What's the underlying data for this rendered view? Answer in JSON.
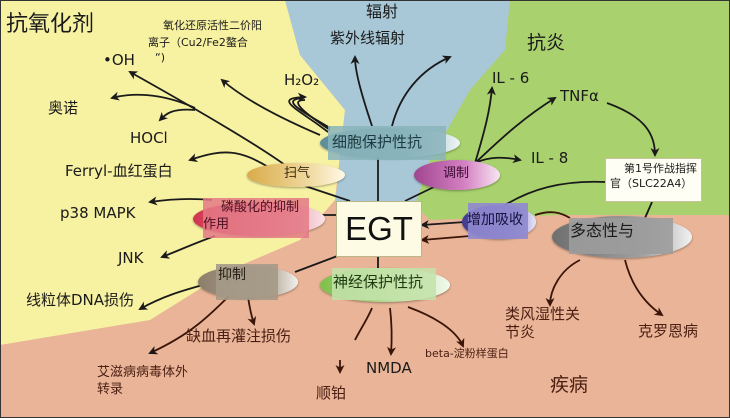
{
  "colors": {
    "antioxidant_region": "#f7f1a2",
    "radiation_region": "#a8c8d8",
    "antiinflammatory_region": "#a9d16e",
    "disease_region": "#e9b497",
    "arrow": "#1a1a1a",
    "arrow_disease": "#3a1508"
  },
  "center": {
    "label": "EGT"
  },
  "regions": {
    "antioxidant": "抗氧化剂",
    "radiation": "辐射",
    "anti_inflammatory": "抗炎",
    "disease": "疾病"
  },
  "mechanisms": {
    "cytoprotective": "细胞保护性抗",
    "scavenging": "扫气",
    "phosphorylation_inhibition": [
      "磷酸化的抑制",
      "作用"
    ],
    "inhibition": "抑制",
    "neuroprotective": "神经保护性抗",
    "modulation": "调制",
    "increased_absorption": "增加吸收",
    "polymorphism": "多态性与"
  },
  "transporter_box": {
    "line1": "第1号作战指挥",
    "line2": "官（SLC22A4）"
  },
  "antioxidant_targets": {
    "redox_ions": [
      "氧化还原活性二价阳",
      "离子（Cu2/Fe2螯合",
      "“)"
    ],
    "hydroxyl": "•OH",
    "singlet_oxygen": "奥诺",
    "hocl": "HOCl",
    "h2o2": "H₂O₂",
    "ferryl": "Ferryl-血红蛋白",
    "p38": "p38 MAPK",
    "jnk": "JNK",
    "mtdna": "线粒体DNA损伤"
  },
  "radiation_targets": {
    "uv": "紫外线辐射"
  },
  "inflammation_targets": {
    "il6": "IL - 6",
    "tnf": "TNFα",
    "il8": "IL - 8"
  },
  "disease_targets": {
    "ischemia": "缺血再灌注损伤",
    "hiv": [
      "艾滋病病毒体外",
      "转录"
    ],
    "cisplatin": "顺铂",
    "nmda": "NMDA",
    "beta_amyloid": "beta-淀粉样蛋白",
    "ra": [
      "类风湿性关",
      "节炎"
    ],
    "crohn": "克罗恩病"
  }
}
